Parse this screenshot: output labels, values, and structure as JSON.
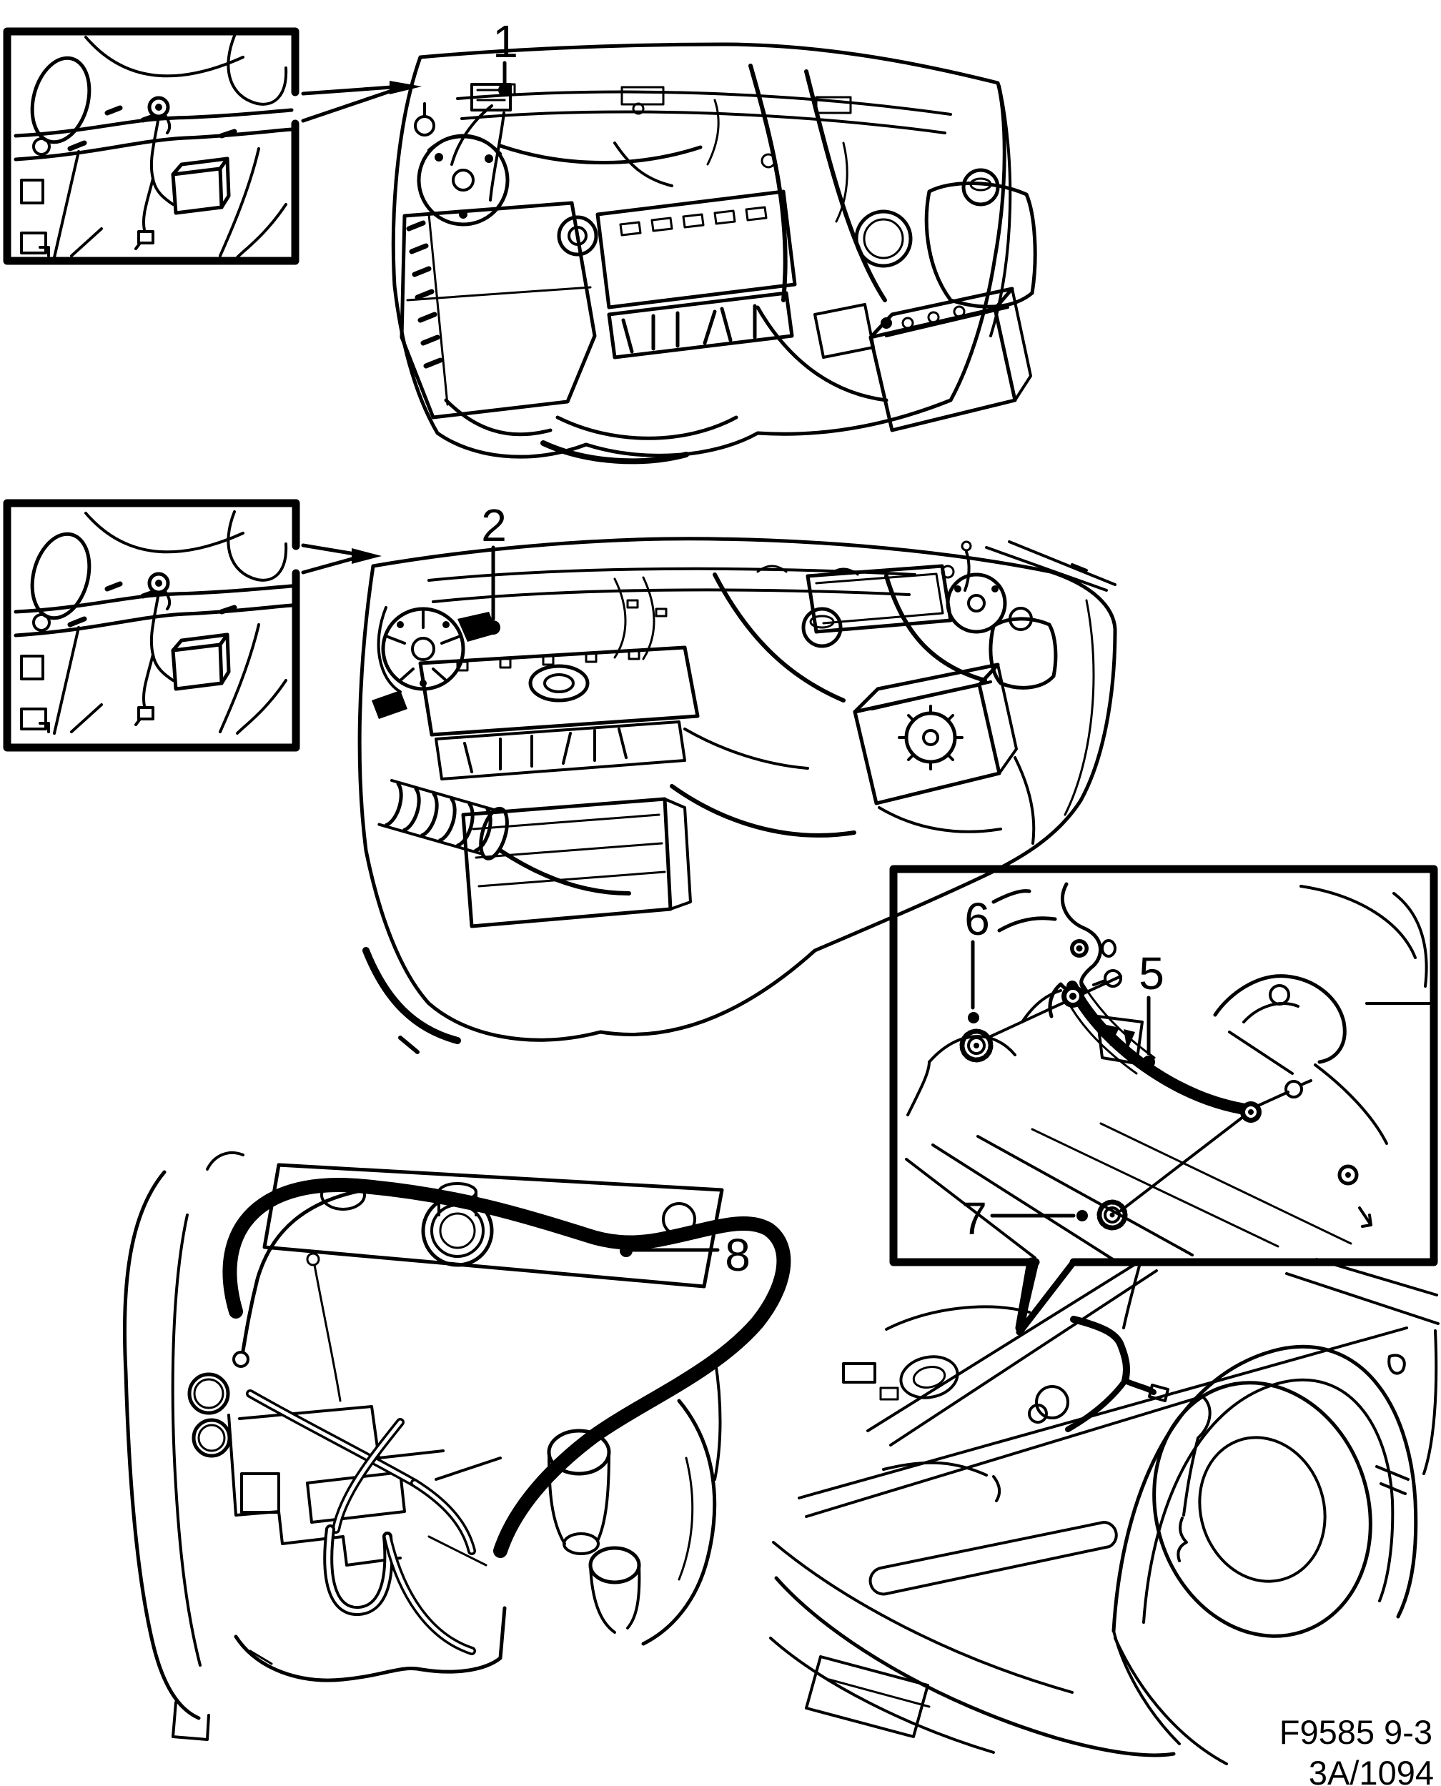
{
  "figure": {
    "type": "parts-catalog-line-diagram",
    "callouts": {
      "c1": "1",
      "c2": "2",
      "c5": "5",
      "c6": "6",
      "c7": "7",
      "c8": "8"
    },
    "footer": {
      "figure_code": "F9585 9-3",
      "sheet_ref": "3A/1094"
    },
    "colors": {
      "ink": "#000000",
      "paper": "#ffffff"
    }
  }
}
